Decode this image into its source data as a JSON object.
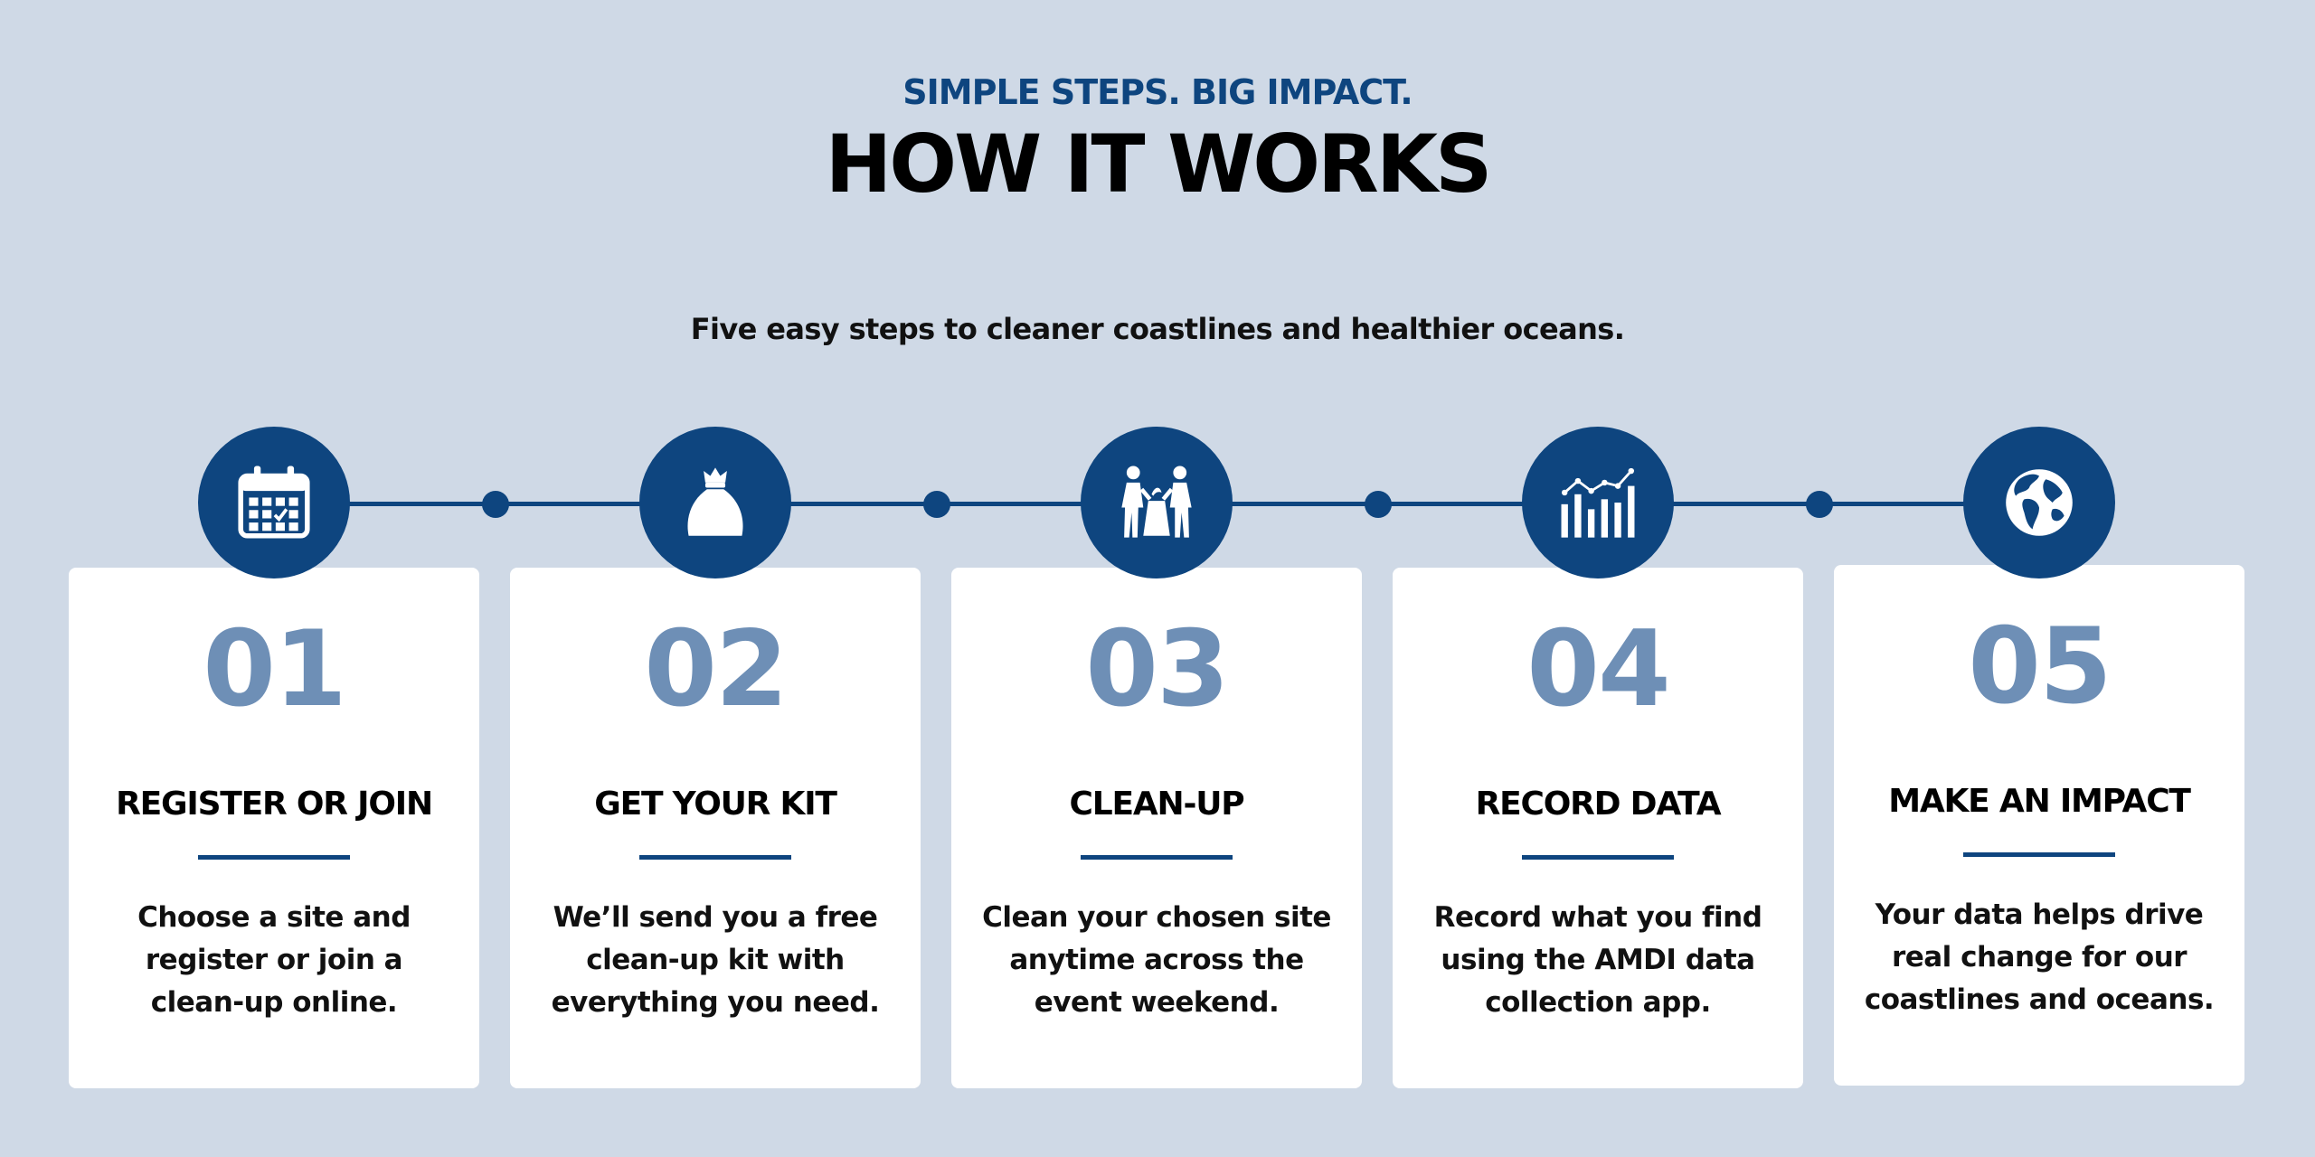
{
  "header": {
    "eyebrow": "SIMPLE STEPS. BIG IMPACT.",
    "title": "HOW IT WORKS",
    "subtitle": "Five easy steps to cleaner coastlines and healthier oceans."
  },
  "colors": {
    "background": "#cfd9e6",
    "accent": "#0e457f",
    "number": "#6e8fb6",
    "card": "#ffffff"
  },
  "steps": [
    {
      "number": "01",
      "title": "REGISTER OR JOIN",
      "description": "Choose a site and register or join a clean-up online.",
      "icon": "calendar-icon"
    },
    {
      "number": "02",
      "title": "GET YOUR KIT",
      "description": "We’ll send you a free clean-up kit with everything you need.",
      "icon": "bag-icon"
    },
    {
      "number": "03",
      "title": "CLEAN-UP",
      "description": "Clean your chosen site anytime across the event weekend.",
      "icon": "volunteers-icon"
    },
    {
      "number": "04",
      "title": "RECORD DATA",
      "description": "Record what you find using the AMDI data collection app.",
      "icon": "bar-chart-icon"
    },
    {
      "number": "05",
      "title": "MAKE AN IMPACT",
      "description": "Your data helps drive real change for our coastlines and oceans.",
      "icon": "globe-icon"
    }
  ]
}
